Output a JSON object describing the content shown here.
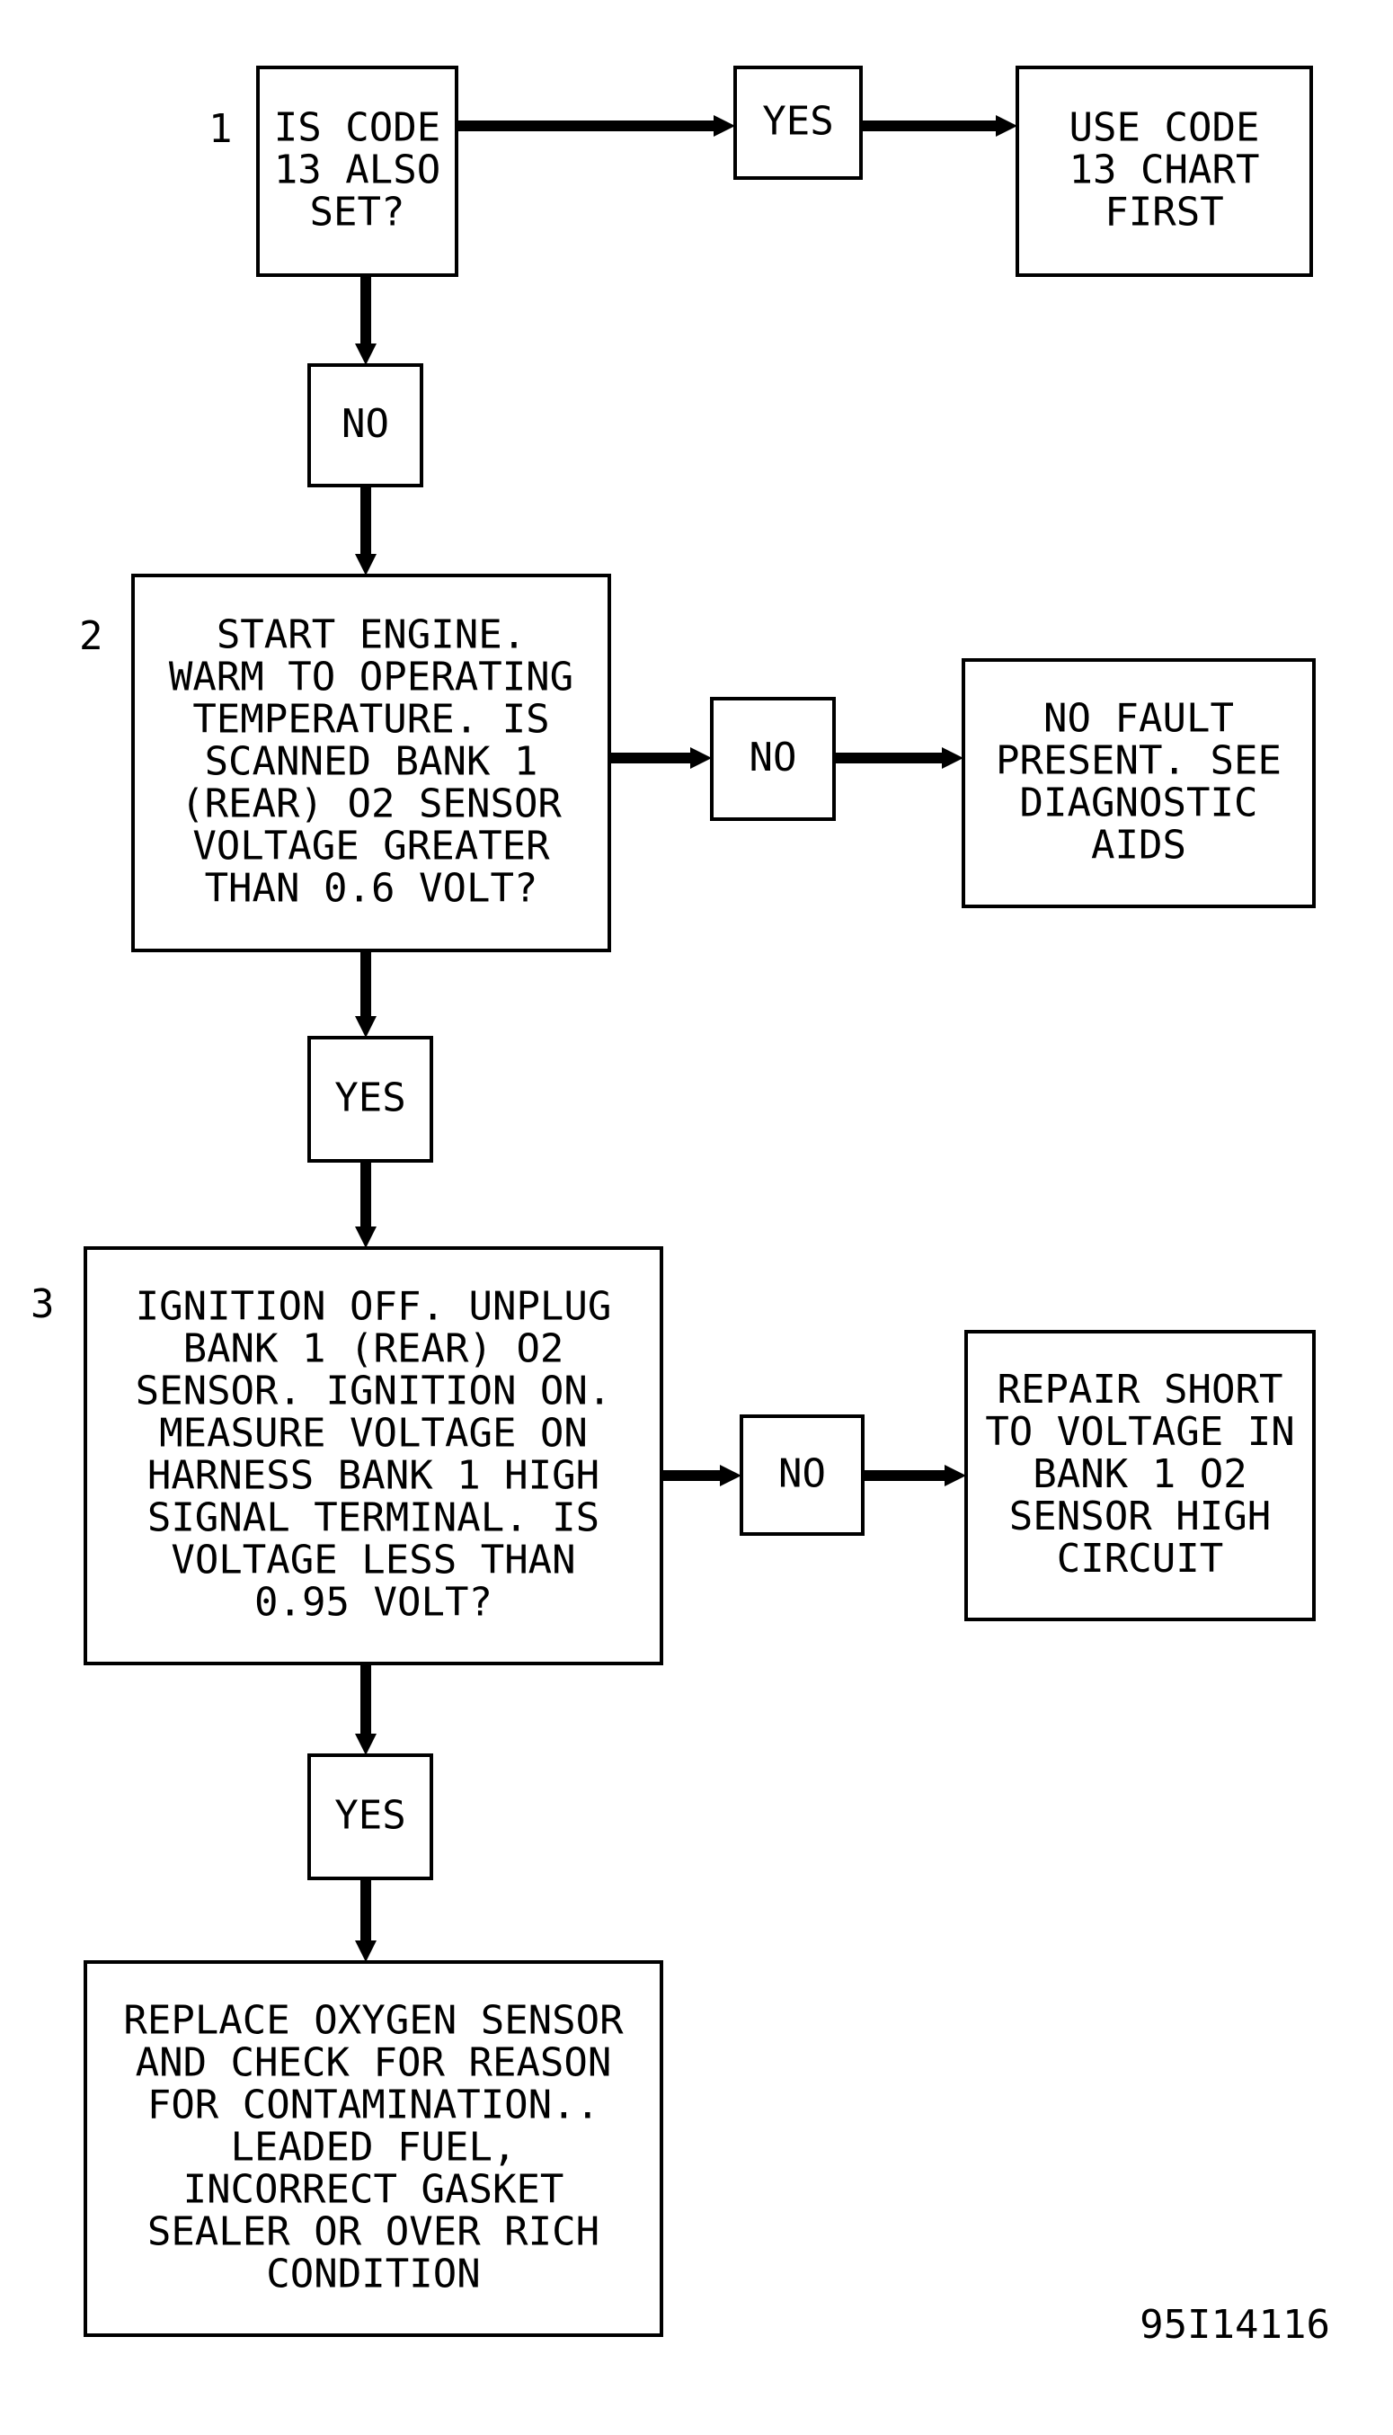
{
  "steps": {
    "step1": {
      "number": "1",
      "question": [
        "IS CODE",
        "13 ALSO",
        "SET?"
      ]
    },
    "step2": {
      "number": "2",
      "question": [
        "START ENGINE.",
        "WARM TO OPERATING",
        "TEMPERATURE. IS",
        "SCANNED BANK 1",
        "(REAR) O2 SENSOR",
        "VOLTAGE GREATER",
        "THAN 0.6 VOLT?"
      ]
    },
    "step3": {
      "number": "3",
      "question": [
        "IGNITION OFF. UNPLUG",
        "BANK 1 (REAR) O2",
        "SENSOR. IGNITION ON.",
        "MEASURE VOLTAGE ON",
        "HARNESS BANK 1 HIGH",
        "SIGNAL TERMINAL. IS",
        "VOLTAGE LESS THAN",
        "0.95 VOLT?"
      ]
    }
  },
  "decisions": {
    "yes_1": "YES",
    "no_1": "NO",
    "no_2": "NO",
    "yes_2": "YES",
    "no_3": "NO",
    "yes_3": "YES"
  },
  "outcomes": {
    "use_code_13": [
      "USE CODE",
      "13 CHART",
      "FIRST"
    ],
    "no_fault": [
      "NO FAULT",
      "PRESENT. SEE",
      "DIAGNOSTIC",
      "AIDS"
    ],
    "repair_short": [
      "REPAIR SHORT",
      "TO VOLTAGE IN",
      "BANK 1 O2",
      "SENSOR HIGH",
      "CIRCUIT"
    ],
    "replace_sensor": [
      "REPLACE OXYGEN SENSOR",
      "AND CHECK FOR REASON",
      "FOR CONTAMINATION..",
      "LEADED FUEL,",
      "INCORRECT GASKET",
      "SEALER OR OVER RICH",
      "CONDITION"
    ]
  },
  "figure_id": "95I14116",
  "colors": {
    "line": "#000000",
    "background": "#ffffff"
  }
}
